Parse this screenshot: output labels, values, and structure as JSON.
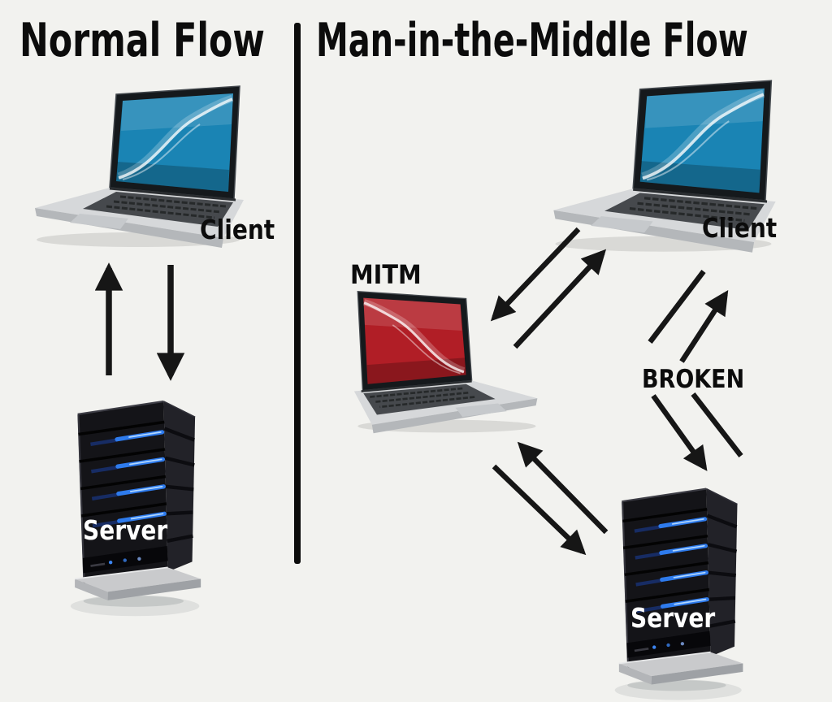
{
  "colors": {
    "background": "#f2f2ef",
    "divider": "#0c0c0c",
    "arrow": "#161616",
    "text": "#0c0c0c",
    "client-screen": "#1a84b4",
    "mitm-screen": "#b11e26",
    "server-led": "#2e7bed",
    "server-label-color": "#ffffff"
  },
  "left_panel": {
    "title": "Normal Flow",
    "client_label": "Client",
    "server_label": "Server"
  },
  "right_panel": {
    "title": "Man-in-the-Middle Flow",
    "client_label": "Client",
    "mitm_label": "MITM",
    "server_label": "Server",
    "broken_label": "BROKEN"
  }
}
